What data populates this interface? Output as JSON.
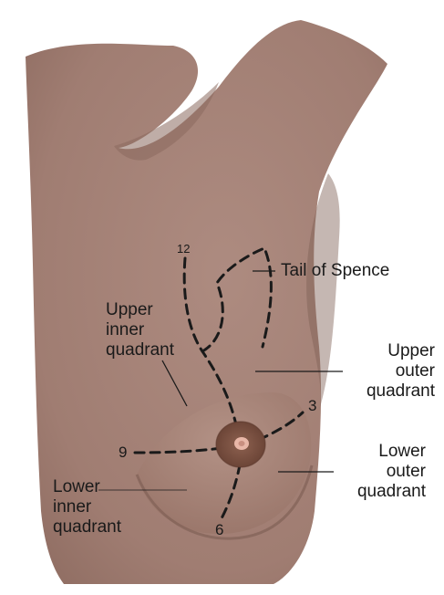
{
  "labels": {
    "tail_of_spence": "Tail of Spence",
    "upper_inner": [
      "Upper",
      "inner",
      "quadrant"
    ],
    "upper_outer": [
      "Upper",
      "outer",
      "quadrant"
    ],
    "lower_outer": [
      "Lower",
      "outer",
      "quadrant"
    ],
    "lower_inner": [
      "Lower",
      "inner",
      "quadrant"
    ]
  },
  "clock_positions": {
    "twelve": "12",
    "three": "3",
    "six": "6",
    "nine": "9"
  },
  "colors": {
    "skin": "#a27f73",
    "skin_shadow": "#8a6a5f",
    "areola": "#7a5244",
    "nipple": "#e9b7a8",
    "line": "#1a1a1a"
  }
}
